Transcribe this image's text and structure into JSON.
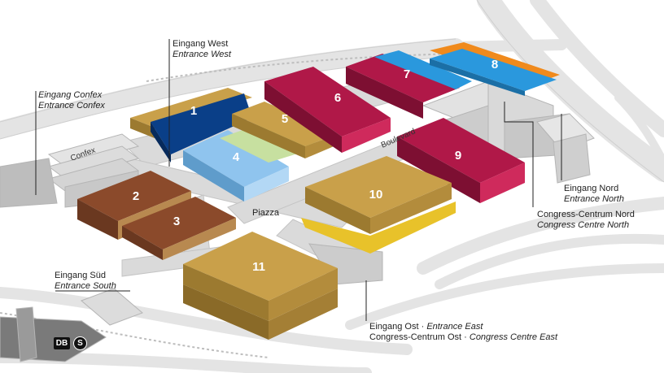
{
  "halls": [
    {
      "number": "1",
      "color": "#c9a04a"
    },
    {
      "number": "2",
      "color": "#8b4a2b"
    },
    {
      "number": "3",
      "color": "#8b4a2b"
    },
    {
      "number": "4",
      "color": "#8fc4ee"
    },
    {
      "number": "5",
      "color": "#c9a04a"
    },
    {
      "number": "6",
      "color": "#b01848"
    },
    {
      "number": "7",
      "color": "#b01848"
    },
    {
      "number": "8",
      "color": "#2a98dd"
    },
    {
      "number": "9",
      "color": "#b01848"
    },
    {
      "number": "10",
      "color": "#c9a04a"
    },
    {
      "number": "11",
      "color": "#c9a04a"
    }
  ],
  "places": {
    "confex": "Confex",
    "piazza": "Piazza",
    "boulevard": "Boulevard"
  },
  "entrances": {
    "west": {
      "de": "Eingang West",
      "en": "Entrance West"
    },
    "confex": {
      "de": "Eingang Confex",
      "en": "Entrance Confex"
    },
    "sued": {
      "de": "Eingang Süd",
      "en": "Entrance South"
    },
    "nord": {
      "de": "Eingang Nord",
      "en": "Entrance North"
    },
    "cc_nord": {
      "de": "Congress-Centrum Nord",
      "en": "Congress Centre North"
    },
    "ost": {
      "de": "Eingang Ost",
      "en": "Entrance East"
    },
    "cc_ost": {
      "de": "Congress-Centrum Ost",
      "en": "Congress Centre East"
    }
  },
  "separator": " · ",
  "transit": {
    "db": "DB",
    "sbahn": "S"
  },
  "colors": {
    "hall_gold": "#c9a04a",
    "hall_brown": "#8b4a2b",
    "hall_crimson": "#b01848",
    "hall_blue": "#2a98dd",
    "hall_light_blue": "#8fc4ee",
    "hall_dark_blue": "#0a3f88",
    "hall_orange": "#f08a1c",
    "hall_yellow": "#e8c22a",
    "road": "#e3e3e3",
    "building_grey": "#d6d6d6"
  }
}
